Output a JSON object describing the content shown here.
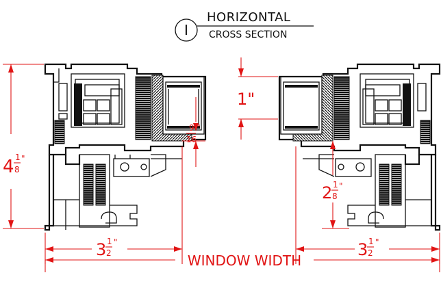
{
  "title": {
    "marker": "I",
    "line1": "HORIZONTAL",
    "line2": "CROSS SECTION"
  },
  "dimensions": {
    "height_left": {
      "whole": "4",
      "num": "1",
      "den": "8",
      "unit": "\""
    },
    "glass_1in": {
      "text": "1\""
    },
    "offset_9_16": {
      "num": "9",
      "den": "16",
      "unit": "\""
    },
    "rise_2_1_8": {
      "whole": "2",
      "num": "1",
      "den": "8",
      "unit": "\""
    },
    "depth_left": {
      "whole": "3",
      "num": "1",
      "den": "2",
      "unit": "\""
    },
    "depth_right": {
      "whole": "3",
      "num": "1",
      "den": "2",
      "unit": "\""
    },
    "window_width": "WINDOW WIDTH"
  },
  "colors": {
    "dimension": "#e11414",
    "linework": "#111111",
    "background": "#ffffff"
  }
}
